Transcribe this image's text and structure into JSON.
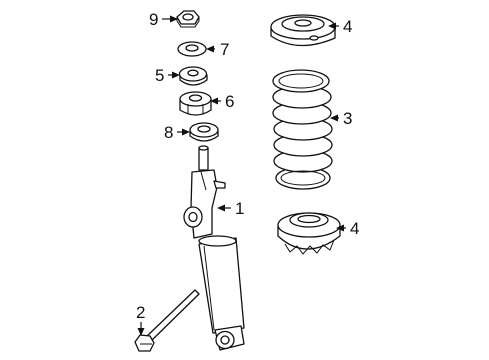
{
  "callouts": {
    "c1": "1",
    "c2": "2",
    "c3": "3",
    "c4_upper": "4",
    "c4_lower": "4",
    "c5": "5",
    "c6": "6",
    "c7": "7",
    "c8": "8",
    "c9": "9"
  }
}
